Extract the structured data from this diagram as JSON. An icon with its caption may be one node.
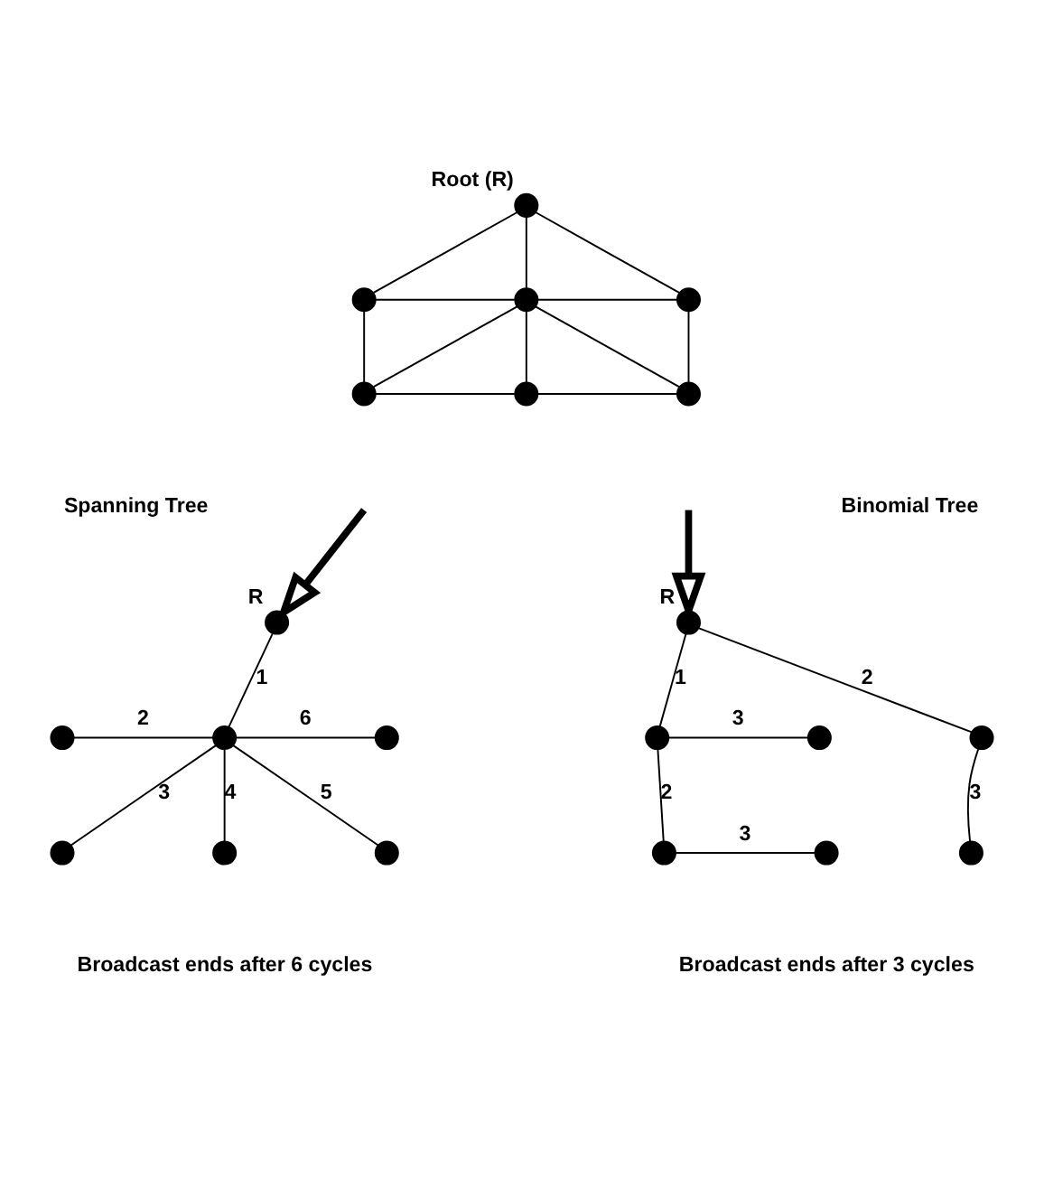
{
  "diagram": {
    "nodes": [
      {
        "text": [],
        "shape": "circle",
        "beside": [
          "Root (R)"
        ]
      },
      {
        "text": [],
        "shape": "circle"
      },
      {
        "text": [],
        "shape": "circle"
      },
      {
        "text": [],
        "shape": "circle"
      },
      {
        "text": [],
        "shape": "circle"
      },
      {
        "text": [],
        "shape": "circle"
      },
      {
        "text": [],
        "shape": "circle"
      },
      {
        "text": [],
        "shape": "circle",
        "beside": [
          "R"
        ]
      },
      {
        "text": [],
        "shape": "circle"
      },
      {
        "text": [],
        "shape": "circle"
      },
      {
        "text": [],
        "shape": "circle"
      },
      {
        "text": [],
        "shape": "circle"
      },
      {
        "text": [],
        "shape": "circle"
      },
      {
        "text": [],
        "shape": "circle"
      },
      {
        "text": [],
        "shape": "circle",
        "beside": [
          "R"
        ]
      },
      {
        "text": [],
        "shape": "circle"
      },
      {
        "text": [],
        "shape": "circle"
      },
      {
        "text": [],
        "shape": "circle"
      },
      {
        "text": [],
        "shape": "circle"
      },
      {
        "text": [],
        "shape": "circle"
      },
      {
        "text": [],
        "shape": "circle"
      }
    ],
    "edges": [
      {
        "from": 0,
        "to": 1,
        "arrow": "none"
      },
      {
        "from": 0,
        "to": 2,
        "arrow": "none"
      },
      {
        "from": 0,
        "to": 3,
        "arrow": "none"
      },
      {
        "from": 1,
        "to": 2,
        "arrow": "none"
      },
      {
        "from": 2,
        "to": 3,
        "arrow": "none"
      },
      {
        "from": 1,
        "to": 4,
        "arrow": "none"
      },
      {
        "from": 2,
        "to": 4,
        "arrow": "none"
      },
      {
        "from": 2,
        "to": 5,
        "arrow": "none"
      },
      {
        "from": 2,
        "to": 6,
        "arrow": "none"
      },
      {
        "from": 3,
        "to": 6,
        "arrow": "none"
      },
      {
        "from": 4,
        "to": 5,
        "arrow": "none"
      },
      {
        "from": 5,
        "to": 6,
        "arrow": "none"
      },
      {
        "from": null,
        "to": 7,
        "arrow": "to",
        "style": "thick"
      },
      {
        "from": null,
        "to": 14,
        "arrow": "to",
        "style": "thick"
      },
      {
        "from": 7,
        "to": 9,
        "label": "1",
        "arrow": "none"
      },
      {
        "from": 8,
        "to": 9,
        "label": "2",
        "arrow": "none"
      },
      {
        "from": 9,
        "to": 11,
        "label": "3",
        "arrow": "none"
      },
      {
        "from": 9,
        "to": 12,
        "label": "4",
        "arrow": "none"
      },
      {
        "from": 9,
        "to": 13,
        "label": "5",
        "arrow": "none"
      },
      {
        "from": 9,
        "to": 10,
        "label": "6",
        "arrow": "none"
      },
      {
        "from": 14,
        "to": 15,
        "label": "1",
        "arrow": "none"
      },
      {
        "from": 14,
        "to": 17,
        "label": "2",
        "arrow": "none"
      },
      {
        "from": 15,
        "to": 16,
        "label": "3",
        "arrow": "none"
      },
      {
        "from": 15,
        "to": 18,
        "label": "2",
        "arrow": "none"
      },
      {
        "from": 18,
        "to": 19,
        "label": "3",
        "arrow": "none"
      },
      {
        "from": 17,
        "to": 20,
        "label": "3",
        "arrow": "none"
      }
    ],
    "labels": [
      "Spanning Tree",
      "Binomial Tree",
      "Broadcast ends after 6 cycles",
      "Broadcast ends after 3 cycles"
    ]
  }
}
